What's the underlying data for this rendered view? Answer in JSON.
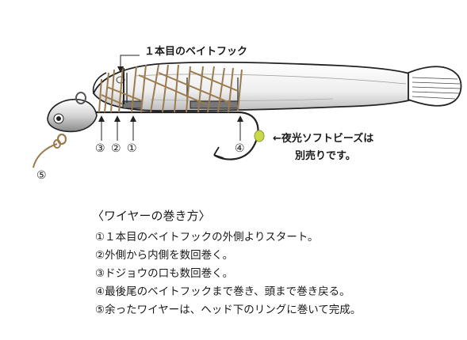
{
  "labels": {
    "first_hook": "１本目のベイトフック",
    "bead_line1": "←夜光ソフトビーズは",
    "bead_line2": "別売りです。",
    "n1": "①",
    "n2": "②",
    "n3": "③",
    "n4": "④",
    "n5": "⑤"
  },
  "instructions": {
    "title": "〈ワイヤーの巻き方〉",
    "steps": [
      "①１本目のベイトフックの外側よりスタート。",
      "②外側から内側を数回巻く。",
      "③ドジョウの口も数回巻く。",
      "④最後尾のベイトフックまで巻き、頭まで巻き戻る。",
      "⑤余ったワイヤーは、ヘッド下のリングに巻いて完成。"
    ]
  },
  "colors": {
    "wire": "#9c7b4e",
    "bead": "#c8d84a",
    "outline": "#222222",
    "bait_fill": "#f2f2f2"
  }
}
